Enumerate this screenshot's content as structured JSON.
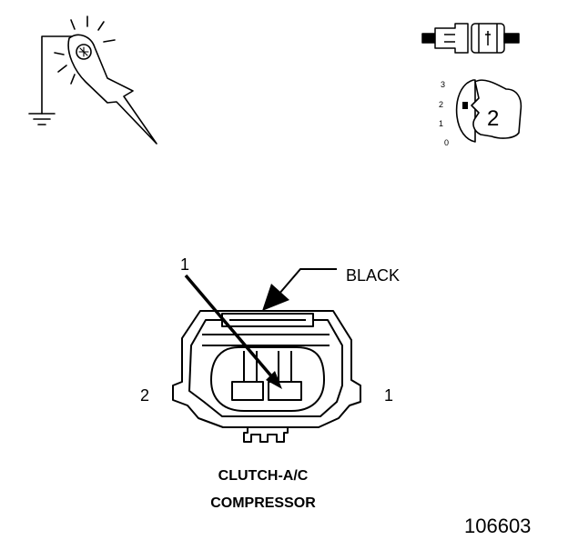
{
  "diagram": {
    "icons": {
      "probe": "test-probe-ground-icon",
      "connector": "connector-disconnected-icon",
      "ignition": "ignition-switch-position-icon"
    },
    "ignition": {
      "ticks": [
        "3",
        "2",
        "1",
        "0"
      ],
      "position": "2"
    },
    "connector": {
      "wire_color": "BLACK",
      "callout": "1",
      "terminal_left": "2",
      "terminal_right": "1",
      "caption_line1": "CLUTCH-A/C",
      "caption_line2": "COMPRESSOR"
    },
    "figure_number": "106603"
  }
}
